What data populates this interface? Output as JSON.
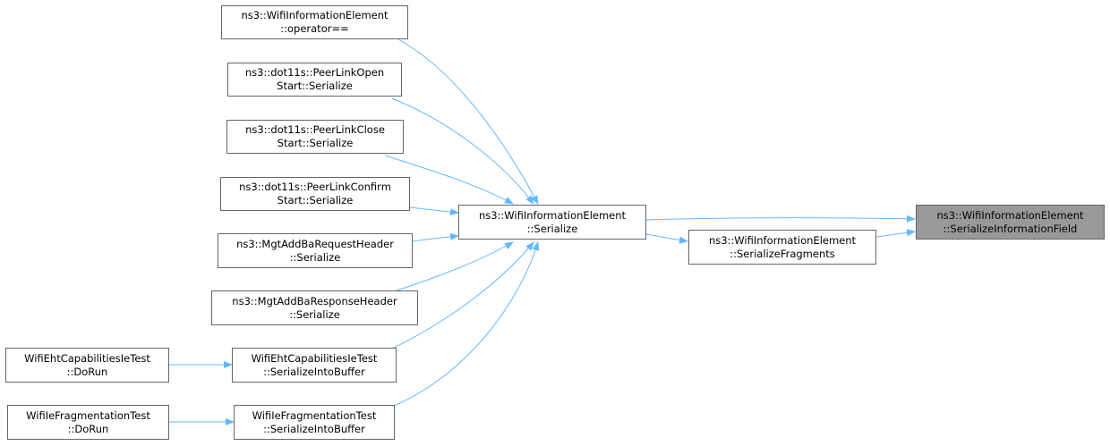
{
  "nodes": {
    "op_eq": {
      "line1": "ns3::WifiInformationElement",
      "line2": "::operator=="
    },
    "plo": {
      "line1": "ns3::dot11s::PeerLinkOpen",
      "line2": "Start::Serialize"
    },
    "plc": {
      "line1": "ns3::dot11s::PeerLinkClose",
      "line2": "Start::Serialize"
    },
    "plconf": {
      "line1": "ns3::dot11s::PeerLinkConfirm",
      "line2": "Start::Serialize"
    },
    "addba_req": {
      "line1": "ns3::MgtAddBaRequestHeader",
      "line2": "::Serialize"
    },
    "addba_resp": {
      "line1": "ns3::MgtAddBaResponseHeader",
      "line2": "::Serialize"
    },
    "eht_sib": {
      "line1": "WifiEhtCapabilitiesIeTest",
      "line2": "::SerializeIntoBuffer"
    },
    "frag_sib": {
      "line1": "WifiIeFragmentationTest",
      "line2": "::SerializeIntoBuffer"
    },
    "eht_dorun": {
      "line1": "WifiEhtCapabilitiesIeTest",
      "line2": "::DoRun"
    },
    "frag_dorun": {
      "line1": "WifiIeFragmentationTest",
      "line2": "::DoRun"
    },
    "serialize": {
      "line1": "ns3::WifiInformationElement",
      "line2": "::Serialize"
    },
    "ser_frag": {
      "line1": "ns3::WifiInformationElement",
      "line2": "::SerializeFragments"
    },
    "ser_info": {
      "line1": "ns3::WifiInformationElement",
      "line2": "::SerializeInformationField"
    }
  },
  "colors": {
    "edge": "#63b8ff",
    "focus_fill": "#999999",
    "border": "#666666"
  }
}
